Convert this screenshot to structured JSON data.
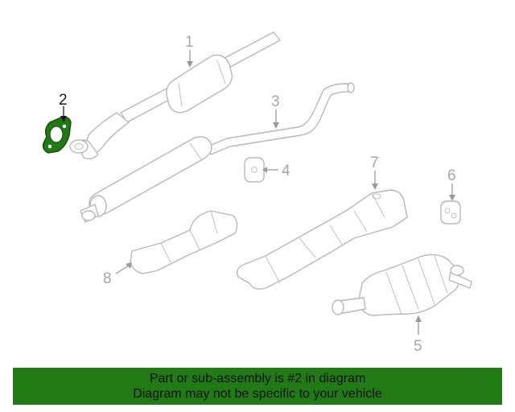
{
  "callouts": {
    "c1": "1",
    "c2": "2",
    "c3": "3",
    "c4": "4",
    "c5": "5",
    "c6": "6",
    "c7": "7",
    "c8": "8"
  },
  "highlight": {
    "part": "2",
    "color": "#217a15"
  },
  "banner": {
    "line1": "Part or sub-assembly is #2 in diagram",
    "line2": "Diagram may not be specific to your vehicle",
    "background": "#217a15"
  }
}
